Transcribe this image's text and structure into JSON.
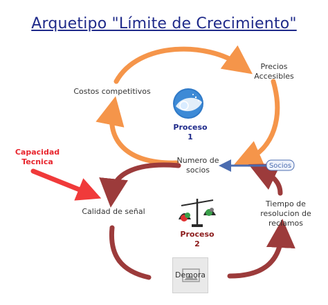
{
  "title": "Arquetipo \"Límite de Crecimiento\"",
  "labels": {
    "costos": "Costos competitivos",
    "precios": "Precios\nAccesibles",
    "numero": "Numero de\nsocios",
    "calidad": "Calidad de señal",
    "tiempo": "Tiempo de\nresolucion de\nreclamos",
    "demora": "Demora",
    "capacidad": "Capacidad\nTecnica",
    "socios_tag": "Socios",
    "proceso1": "Proceso\n1",
    "proceso2": "Proceso\n2"
  },
  "colors": {
    "orange": "#f5954a",
    "darkred": "#9c3b3b",
    "red": "#f03a3a",
    "blue": "#4b6cb0",
    "title": "#1f2a8a"
  },
  "icons": {
    "proceso1": "globe-icon",
    "proceso2": "balance-scale-icon",
    "demora": "image-icon"
  }
}
